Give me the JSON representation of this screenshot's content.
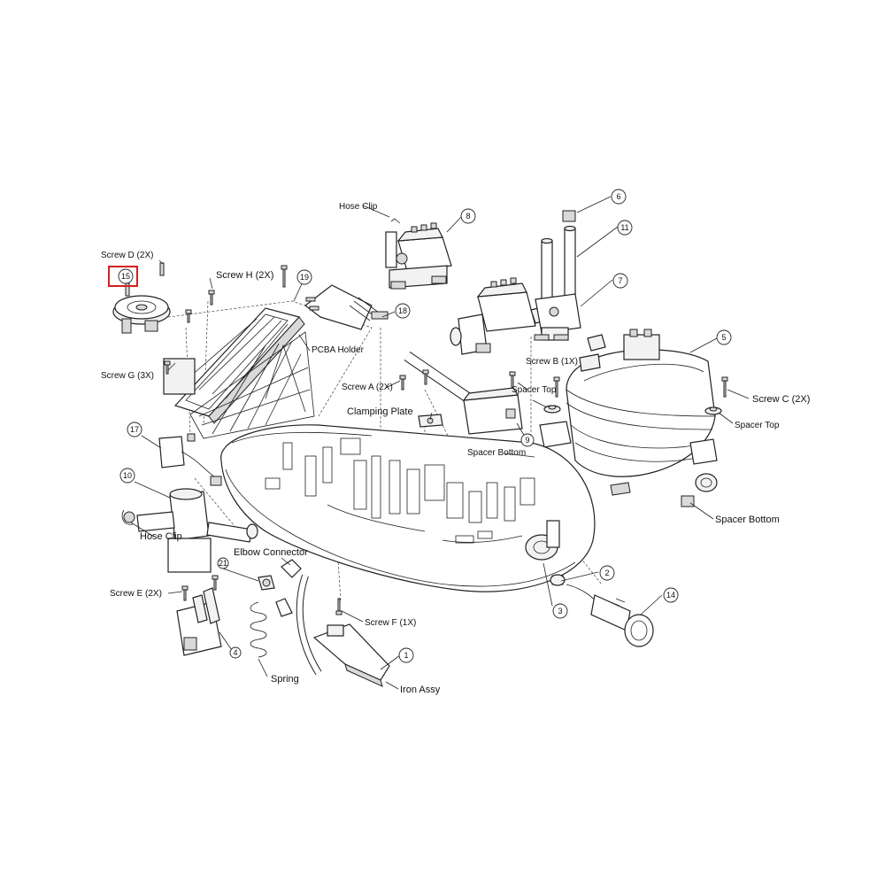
{
  "labels": {
    "screw_d": "Screw D (2X)",
    "screw_h": "Screw H (2X)",
    "screw_g": "Screw G (3X)",
    "pcba_holder": "PCBA Holder",
    "hose_clip_top": "Hose Clip",
    "screw_a": "Screw A (2X)",
    "clamping_plate": "Clamping Plate",
    "screw_b": "Screw B (1X)",
    "spacer_top_left": "Spacer Top",
    "spacer_bottom_mid": "Spacer Bottom",
    "screw_c": "Screw C (2X)",
    "spacer_top_right": "Spacer Top",
    "spacer_bottom_right": "Spacer Bottom",
    "hose_clip_left": "Hose Clip",
    "elbow_connector": "Elbow Connector",
    "screw_e": "Screw E (2X)",
    "screw_f": "Screw F (1X)",
    "spring": "Spring",
    "iron_assy": "Iron Assy"
  },
  "callouts": {
    "n15": "15",
    "n19": "19",
    "n18": "18",
    "n8": "8",
    "n6": "6",
    "n11": "11",
    "n7": "7",
    "n5": "5",
    "n9": "9",
    "n17": "17",
    "n10": "10",
    "n21": "21",
    "n2": "2",
    "n3": "3",
    "n14": "14",
    "n4": "4",
    "n1": "1"
  },
  "highlight_color": "#d42020"
}
